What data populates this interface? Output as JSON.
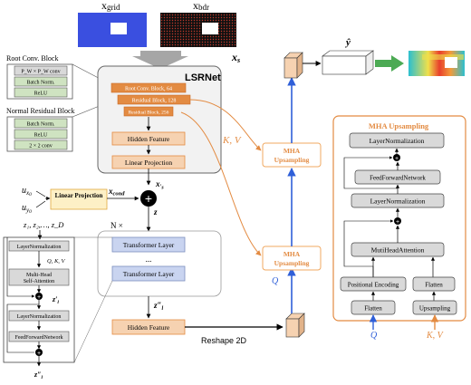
{
  "inputs": {
    "x_grid": "x",
    "x_grid_sub": "grid",
    "x_bdr": "x",
    "x_bdr_sub": "bdr",
    "x_s": "x",
    "x_s_sub": "s"
  },
  "legend_root": {
    "title": "Root Conv. Block",
    "conv": "P_W × P_W conv",
    "bn": "Batch Norm.",
    "relu": "ReLU"
  },
  "legend_residual": {
    "title": "Normal Residual Block",
    "bn": "Batch Norm.",
    "relu": "ReLU",
    "conv": "2 × 2 conv"
  },
  "lsrnet": {
    "title": "LSRNet",
    "root": "Root Conv. Block, 64",
    "res1": "Residual Block, 128",
    "res2": "Residual Block, 256",
    "hidden": "Hidden Feature",
    "linear": "Linear Projection"
  },
  "condition": {
    "u_x0": "u",
    "u_x0_sub": "x",
    "u_x0_subsub": "0",
    "u_y0": "u",
    "u_y0_sub": "y",
    "u_y0_subsub": "0",
    "linear_proj": "Linear Projection",
    "x_cond": "x",
    "x_cond_sub": "cond",
    "x_s_prime": "x",
    "x_s_prime_sub": "s",
    "z": "z",
    "plus": "+"
  },
  "transformer": {
    "repeat": "N ×",
    "layer1": "Transformer Layer",
    "dots": "...",
    "layer2": "Transformer Layer",
    "z_list": "z₁, z₂,…, z_D",
    "z_out": "z″",
    "z_out_sub": "l"
  },
  "detail": {
    "ln1": "LayerNormalization",
    "qkv": "Q, K, V",
    "mha_line1": "Multi-Head",
    "mha_line2": "Self-Attention",
    "z_prime": "z′",
    "z_prime_sub": "l",
    "ln2": "LayerNormalization",
    "ffn": "FeedForwardNetwork",
    "z_out": "z″",
    "z_out_sub": "l"
  },
  "decoder": {
    "hidden": "Hidden Feature",
    "reshape": "Reshape 2D",
    "mha1_line1": "MHA",
    "mha1_line2": "Upsampling",
    "mha2_line1": "MHA",
    "mha2_line2": "Upsampling",
    "kv": "K, V",
    "q": "Q",
    "y_hat": "ŷ"
  },
  "mha_panel": {
    "title": "MHA Upsampling",
    "ln_top": "LayerNormalization",
    "ffn": "FeedForwardNetwork",
    "ln_mid": "LayerNormalization",
    "mha": "MutiHeadAttention",
    "pos_enc": "Positional Encoding",
    "flatten_right": "Flatten",
    "flatten_left": "Flatten",
    "upsampling": "Upsampling",
    "q": "Q",
    "kv": "K, V"
  },
  "colors": {
    "orange": "#e38b42",
    "orange_light": "#f6d2b1",
    "orange_dark": "#c86a25",
    "blue_layer": "#c9d4f0",
    "blue_arrow": "#2f5fd8",
    "gray_box": "#d9d9d9",
    "green_box": "#cfe3c1",
    "lsr_bg": "#f2f2f2",
    "green_arrow": "#4caa54"
  }
}
